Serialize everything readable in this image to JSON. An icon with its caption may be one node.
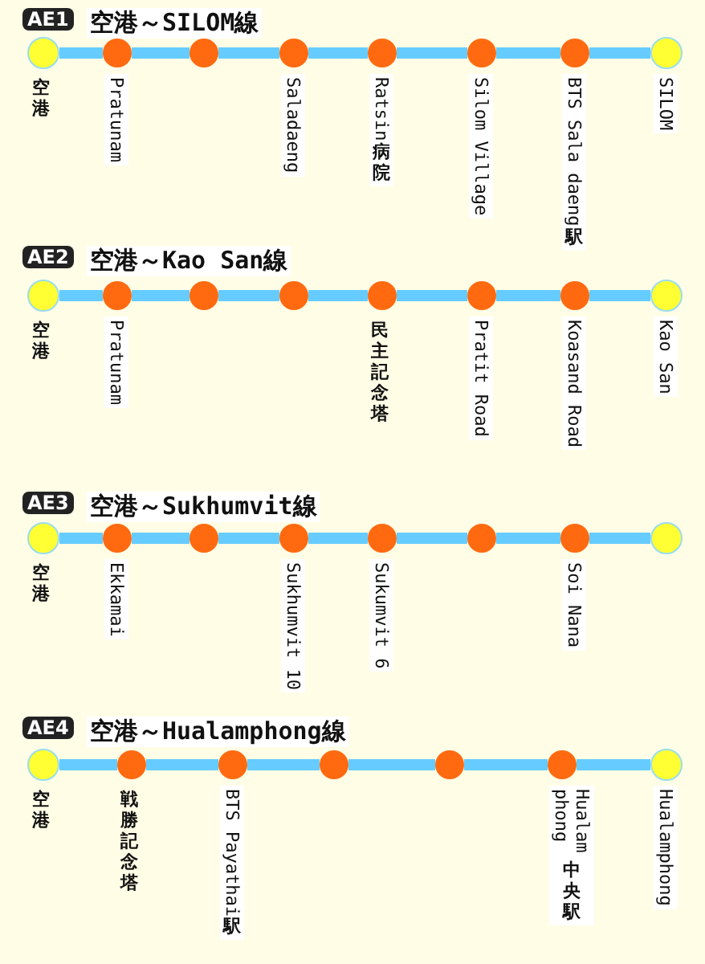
{
  "diagram": {
    "nodes": [
      {
        "text": [],
        "shape": "circle",
        "beside": [
          "空港"
        ]
      },
      {
        "text": [],
        "shape": "circle",
        "beside": [
          "Pratunam"
        ]
      },
      {
        "text": [],
        "shape": "circle"
      },
      {
        "text": [],
        "shape": "circle",
        "beside": [
          "Saladaeng"
        ]
      },
      {
        "text": [],
        "shape": "circle",
        "beside": [
          "Ratsin 病院"
        ]
      },
      {
        "text": [],
        "shape": "circle",
        "beside": [
          "Silom Village"
        ]
      },
      {
        "text": [],
        "shape": "circle",
        "beside": [
          "BTS Sala daeng 駅"
        ]
      },
      {
        "text": [],
        "shape": "circle",
        "beside": [
          "SILOM"
        ]
      },
      {
        "text": [],
        "shape": "circle",
        "beside": [
          "空港"
        ]
      },
      {
        "text": [],
        "shape": "circle",
        "beside": [
          "Pratunam"
        ]
      },
      {
        "text": [],
        "shape": "circle"
      },
      {
        "text": [],
        "shape": "circle"
      },
      {
        "text": [],
        "shape": "circle",
        "beside": [
          "民主記念塔"
        ]
      },
      {
        "text": [],
        "shape": "circle",
        "beside": [
          "Pratit Road"
        ]
      },
      {
        "text": [],
        "shape": "circle",
        "beside": [
          "Koasand Road"
        ]
      },
      {
        "text": [],
        "shape": "circle",
        "beside": [
          "Kao San"
        ]
      },
      {
        "text": [],
        "shape": "circle",
        "beside": [
          "空港"
        ]
      },
      {
        "text": [],
        "shape": "circle",
        "beside": [
          "Ekkamai"
        ]
      },
      {
        "text": [],
        "shape": "circle"
      },
      {
        "text": [],
        "shape": "circle",
        "beside": [
          "Sukhumvit 10"
        ]
      },
      {
        "text": [],
        "shape": "circle",
        "beside": [
          "Sukumvit 6"
        ]
      },
      {
        "text": [],
        "shape": "circle"
      },
      {
        "text": [],
        "shape": "circle",
        "beside": [
          "Soi Nana"
        ]
      },
      {
        "text": [],
        "shape": "circle"
      },
      {
        "text": [],
        "shape": "circle",
        "beside": [
          "空港"
        ]
      },
      {
        "text": [],
        "shape": "circle",
        "beside": [
          "戦勝記念塔"
        ]
      },
      {
        "text": [],
        "shape": "circle",
        "beside": [
          "BTS Payathai 駅"
        ]
      },
      {
        "text": [],
        "shape": "circle"
      },
      {
        "text": [],
        "shape": "circle"
      },
      {
        "text": [],
        "shape": "circle",
        "beside": [
          "Hualamphong 中央駅"
        ]
      },
      {
        "text": [],
        "shape": "circle",
        "beside": [
          "Hualamphong"
        ]
      }
    ],
    "edges": [
      {
        "from": 0,
        "to": 1,
        "arrow": "none"
      },
      {
        "from": 1,
        "to": 2,
        "arrow": "none"
      },
      {
        "from": 2,
        "to": 3,
        "arrow": "none"
      },
      {
        "from": 3,
        "to": 4,
        "arrow": "none"
      },
      {
        "from": 4,
        "to": 5,
        "arrow": "none"
      },
      {
        "from": 5,
        "to": 6,
        "arrow": "none"
      },
      {
        "from": 6,
        "to": 7,
        "arrow": "none"
      },
      {
        "from": 8,
        "to": 9,
        "arrow": "none"
      },
      {
        "from": 9,
        "to": 10,
        "arrow": "none"
      },
      {
        "from": 10,
        "to": 11,
        "arrow": "none"
      },
      {
        "from": 11,
        "to": 12,
        "arrow": "none"
      },
      {
        "from": 12,
        "to": 13,
        "arrow": "none"
      },
      {
        "from": 13,
        "to": 14,
        "arrow": "none"
      },
      {
        "from": 14,
        "to": 15,
        "arrow": "none"
      },
      {
        "from": 16,
        "to": 17,
        "arrow": "none"
      },
      {
        "from": 17,
        "to": 18,
        "arrow": "none"
      },
      {
        "from": 18,
        "to": 19,
        "arrow": "none"
      },
      {
        "from": 19,
        "to": 20,
        "arrow": "none"
      },
      {
        "from": 20,
        "to": 21,
        "arrow": "none"
      },
      {
        "from": 21,
        "to": 22,
        "arrow": "none"
      },
      {
        "from": 22,
        "to": 23,
        "arrow": "none"
      },
      {
        "from": 24,
        "to": 25,
        "arrow": "none"
      },
      {
        "from": 25,
        "to": 26,
        "arrow": "none"
      },
      {
        "from": 26,
        "to": 27,
        "arrow": "none"
      },
      {
        "from": 27,
        "to": 28,
        "arrow": "none"
      },
      {
        "from": 28,
        "to": 29,
        "arrow": "none"
      },
      {
        "from": 29,
        "to": 30,
        "arrow": "none"
      }
    ],
    "labels": [
      "AE1",
      "空港～SILOM線",
      "AE2",
      "空港～Kao San線",
      "AE3",
      "空港～Sukhumvit線",
      "AE4",
      "空港～Hualamphong線"
    ]
  }
}
